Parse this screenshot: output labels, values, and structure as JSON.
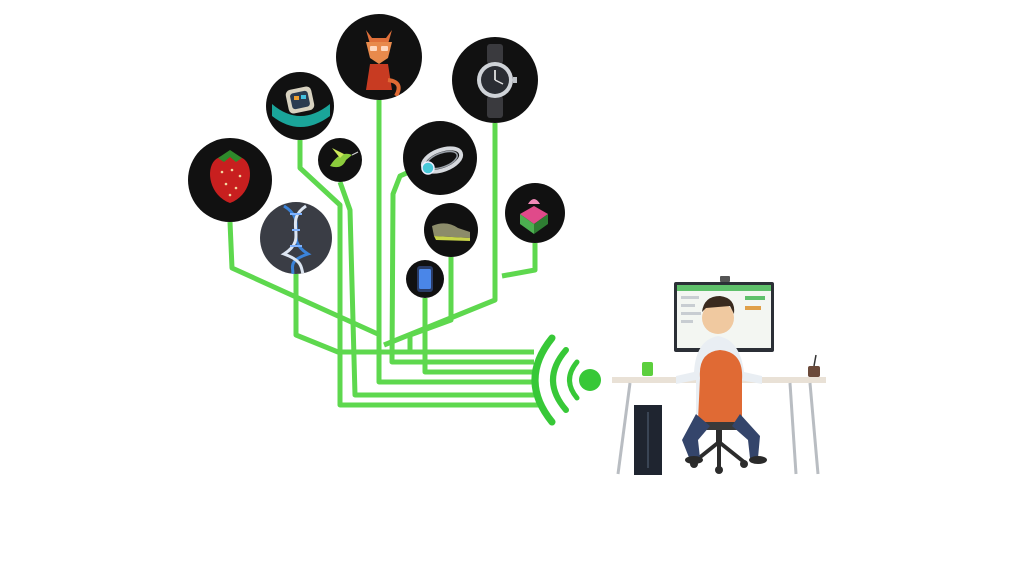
{
  "colors": {
    "background": "#ffffff",
    "line": "#5ed84e",
    "node_fill": "#111111",
    "signal": "#37c837",
    "chair": "#e06a34",
    "shirt": "#e9eef3",
    "pants": "#34456b",
    "desk": "#e9e1d6",
    "tower": "#1f2530"
  },
  "nodes": [
    {
      "name": "strawberry",
      "icon": "strawberry-icon"
    },
    {
      "name": "dna",
      "icon": "dna-icon"
    },
    {
      "name": "smartwatch",
      "icon": "smartwatch-icon"
    },
    {
      "name": "hummingbird",
      "icon": "bird-icon"
    },
    {
      "name": "fox",
      "icon": "fox-icon"
    },
    {
      "name": "ring",
      "icon": "ring-icon"
    },
    {
      "name": "sneaker",
      "icon": "sneaker-icon"
    },
    {
      "name": "phone",
      "icon": "phone-icon"
    },
    {
      "name": "wristwatch",
      "icon": "watch-icon"
    },
    {
      "name": "flower-cube",
      "icon": "flower-icon"
    }
  ],
  "workstation": {
    "icon": "person-at-computer-icon"
  }
}
